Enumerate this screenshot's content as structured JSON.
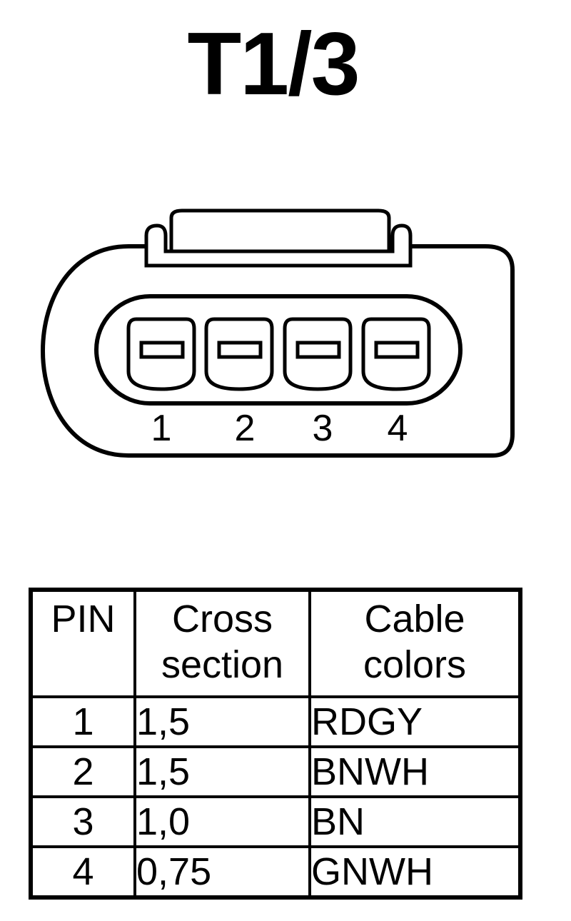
{
  "title": "T1/3",
  "connector": {
    "pin_labels": [
      "1",
      "2",
      "3",
      "4"
    ]
  },
  "table": {
    "headers": {
      "pin": "PIN",
      "cross_line1": "Cross",
      "cross_line2": "section",
      "color_line1": "Cable",
      "color_line2": "colors"
    },
    "rows": [
      {
        "pin": "1",
        "cross": "1,5",
        "color": "RDGY"
      },
      {
        "pin": "2",
        "cross": "1,5",
        "color": "BNWH"
      },
      {
        "pin": "3",
        "cross": "1,0",
        "color": "BN"
      },
      {
        "pin": "4",
        "cross": "0,75",
        "color": "GNWH"
      }
    ]
  }
}
